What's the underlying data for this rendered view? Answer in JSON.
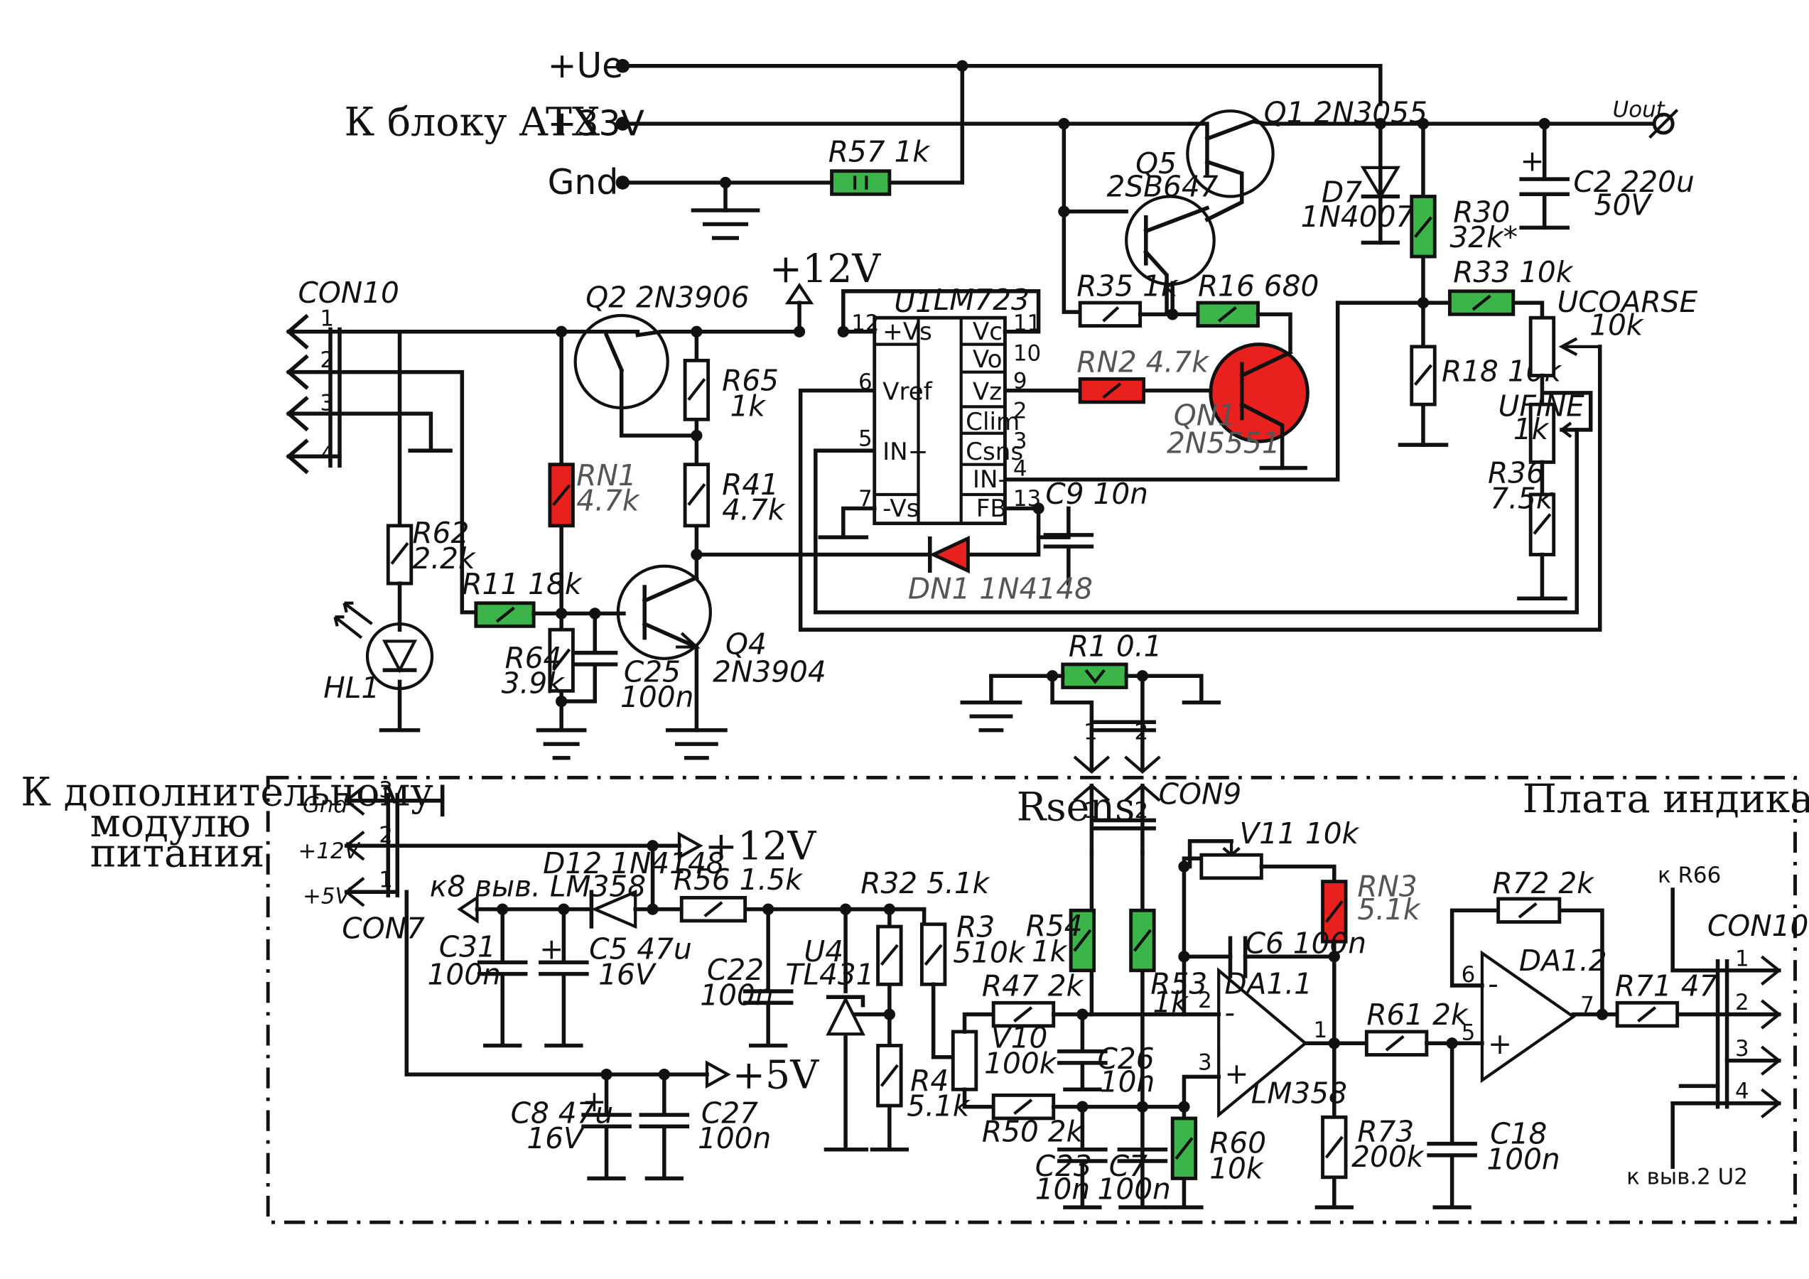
{
  "nets": {
    "ue": "+Ue",
    "v33": "+33V",
    "gnd": "Gnd",
    "uout": "Uout",
    "v12": "+12V",
    "v5": "+5V"
  },
  "titles": {
    "atx": "К блоку ATX",
    "indication": "Плата индикации",
    "aux_l1": "К дополнительному",
    "aux_l2": "модулю",
    "aux_l3": "питания",
    "rsens": "Rsens",
    "to_r66": "к  R66",
    "to_u2": "к  выв.2  U2",
    "to_lm358": "к8  выв.  LM358"
  },
  "components": {
    "r57": "R57  1k",
    "q1": "Q1  2N3055",
    "q5": "Q5",
    "q5_part": "2SB647",
    "d7": "D7",
    "d7_part": "1N4007",
    "r30": "R30",
    "r30_val": "32k*",
    "c2": "C2  220u",
    "c2_v": "50V",
    "r35": "R35  1k",
    "r16": "R16  680",
    "r33": "R33  10k",
    "ucoarse": "UCOARSE",
    "ucoarse_val": "10k",
    "ufine": "UFINE",
    "ufine_val": "1k",
    "r18": "R18  10k",
    "r36": "R36",
    "r36_val": "7.5k",
    "rn2": "RN2  4.7k",
    "qn1": "QN1",
    "qn1_part": "2N5551",
    "u1": "U1",
    "u1_part": "LM723",
    "con10a": "CON10",
    "q2": "Q2  2N3906",
    "r65": "R65",
    "r65_val": "1k",
    "rn1": "RN1",
    "rn1_val": "4.7k",
    "r41": "R41",
    "r41_val": "4.7k",
    "c9": "C9  10n",
    "dn1": "DN1  1N4148",
    "r62": "R62",
    "r62_val": "2.2k",
    "r11": "R11  18k",
    "hl1": "HL1",
    "r64": "R64",
    "r64_val": "3.9k",
    "c25": "C25",
    "c25_val": "100n",
    "q4": "Q4",
    "q4_part": "2N3904",
    "r1": "R1  0.1",
    "con9": "CON9",
    "con7": "CON7",
    "d12": "D12  1N4148",
    "c31": "C31",
    "c31_val": "100n",
    "c5": "C5  47u",
    "c5_v": "16V",
    "r56": "R56  1.5k",
    "c22": "C22",
    "c22_val": "100n",
    "u4": "U4",
    "u4_part": "TL431",
    "r32": "R32  5.1k",
    "r3": "R3",
    "r3_val": "510k",
    "r4": "R4",
    "r4_val": "5.1k",
    "c8": "C8  47u",
    "c8_v": "16V",
    "c27": "C27",
    "c27_val": "100n",
    "r47": "R47  2k",
    "v10": "V10",
    "v10_val": "100k",
    "r50": "R50  2k",
    "r54": "R54",
    "r54_val": "1k",
    "r53": "R53",
    "r53_val": "1k",
    "c26": "C26",
    "c26_val": "10n",
    "c23": "C23",
    "c23_val": "10n",
    "c7": "C7",
    "c7_val": "100n",
    "v11": "V11  10k",
    "rn3": "RN3",
    "rn3_val": "5.1k",
    "c6": "C6  100n",
    "da11": "DA1.1",
    "lm358": "LM358",
    "r60": "R60",
    "r60_val": "10k",
    "r61": "R61  2k",
    "r73": "R73",
    "r73_val": "200k",
    "c18": "C18",
    "c18_val": "100n",
    "r72": "R72  2k",
    "da12": "DA1.2",
    "r71": "R71  47",
    "con10b": "CON10"
  },
  "u1_pins": {
    "vs_pos": "+Vs",
    "vref": "Vref",
    "in_pos": "IN+",
    "vs_neg": "-Vs",
    "vc": "Vc",
    "vo": "Vo",
    "vz": "Vz",
    "clim": "Clim",
    "csns": "Csns",
    "in_neg": "IN-",
    "fb": "FB",
    "n12": "12",
    "n6": "6",
    "n5": "5",
    "n7": "7",
    "n11": "11",
    "n10": "10",
    "n9": "9",
    "n2": "2",
    "n3": "3",
    "n4": "4",
    "n13": "13"
  },
  "pins": {
    "con10a": [
      "1",
      "2",
      "3",
      "4"
    ],
    "con7": [
      "3",
      "2",
      "1"
    ],
    "con7_labels": [
      "Gnd",
      "+12V",
      "+5V"
    ],
    "con9": [
      "1",
      "2"
    ],
    "con10b": [
      "1",
      "2",
      "3",
      "4"
    ],
    "op1": [
      "2",
      "3",
      "1"
    ],
    "op2": [
      "6",
      "5",
      "7"
    ],
    "minus": "-",
    "plus": "+"
  },
  "colors": {
    "green": "#3bb54a",
    "red": "#e8211e"
  }
}
